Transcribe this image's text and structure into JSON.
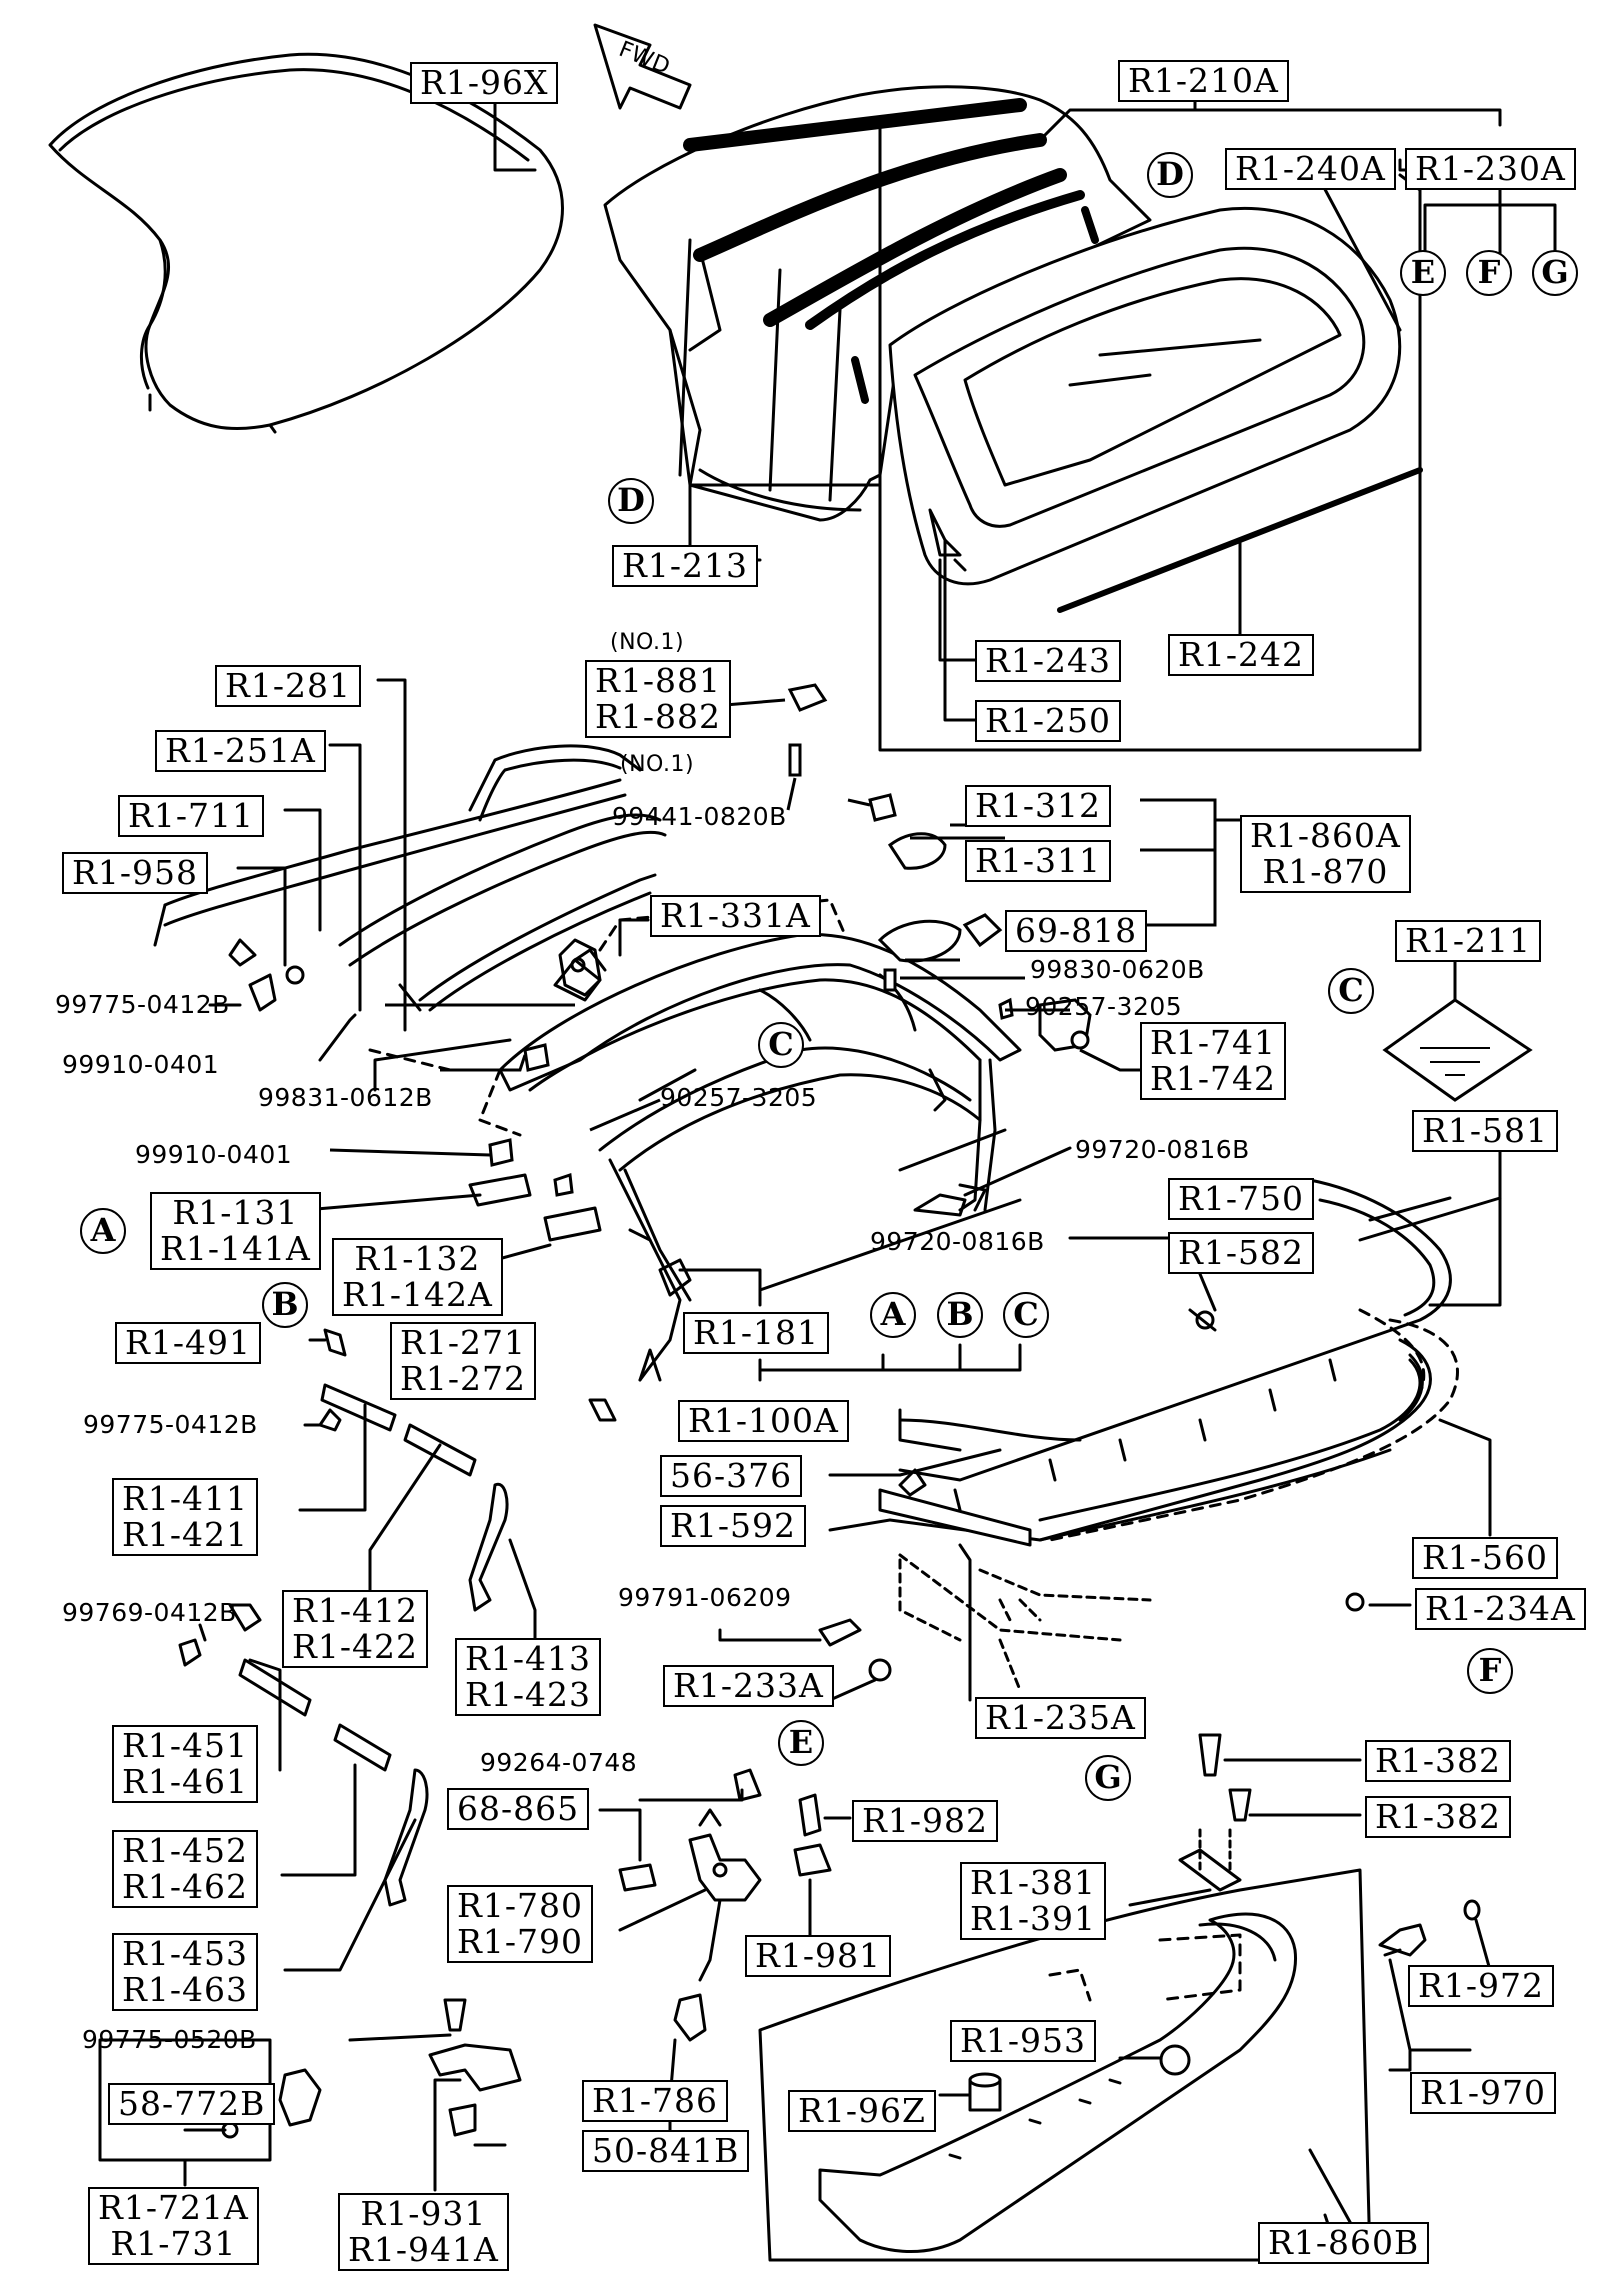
{
  "fwd": "FWD",
  "labels": {
    "r1_96x": "R1-96X",
    "r1_210a": "R1-210A",
    "r1_240a": "R1-240A",
    "r1_230a": "R1-230A",
    "r1_213": "R1-213",
    "r1_243": "R1-243",
    "r1_242": "R1-242",
    "r1_250": "R1-250",
    "r1_281": "R1-281",
    "r1_881": "R1-881",
    "r1_882": "R1-882",
    "r1_251a": "R1-251A",
    "r1_711": "R1-711",
    "r1_958": "R1-958",
    "r1_312": "R1-312",
    "r1_311": "R1-311",
    "r1_860a": "R1-860A",
    "r1_870": "R1-870",
    "r1_331a": "R1-331A",
    "p69_818": "69-818",
    "r1_211": "R1-211",
    "r1_741": "R1-741",
    "r1_742": "R1-742",
    "r1_581": "R1-581",
    "r1_750": "R1-750",
    "r1_582": "R1-582",
    "r1_131": "R1-131",
    "r1_141a": "R1-141A",
    "r1_132": "R1-132",
    "r1_142a": "R1-142A",
    "r1_181": "R1-181",
    "r1_491": "R1-491",
    "r1_271": "R1-271",
    "r1_272": "R1-272",
    "r1_100a": "R1-100A",
    "p56_376": "56-376",
    "r1_592": "R1-592",
    "r1_411": "R1-411",
    "r1_421": "R1-421",
    "r1_560": "R1-560",
    "r1_234a": "R1-234A",
    "r1_412": "R1-412",
    "r1_422": "R1-422",
    "r1_413": "R1-413",
    "r1_423": "R1-423",
    "r1_233a": "R1-233A",
    "r1_235a": "R1-235A",
    "r1_451": "R1-451",
    "r1_461": "R1-461",
    "r1_382a": "R1-382",
    "r1_382b": "R1-382",
    "p68_865": "68-865",
    "r1_982": "R1-982",
    "r1_452": "R1-452",
    "r1_462": "R1-462",
    "r1_780": "R1-780",
    "r1_790": "R1-790",
    "r1_981": "R1-981",
    "r1_381": "R1-381",
    "r1_391": "R1-391",
    "r1_453": "R1-453",
    "r1_463": "R1-463",
    "r1_972": "R1-972",
    "r1_953": "R1-953",
    "r1_970": "R1-970",
    "p58_772b": "58-772B",
    "r1_786": "R1-786",
    "r1_96z": "R1-96Z",
    "p50_841b": "50-841B",
    "r1_721a": "R1-721A",
    "r1_731": "R1-731",
    "r1_931": "R1-931",
    "r1_941a": "R1-941A",
    "r1_860b": "R1-860B"
  },
  "texts": {
    "no1_top": "(NO.1)",
    "no1_bottom": "(NO.1)",
    "p99441": "99441-0820B",
    "p99830": "99830-0620B",
    "p90257_right": "90257-3205",
    "p99775_top": "99775-0412B",
    "p99910_top": "99910-0401",
    "p99831": "99831-0612B",
    "p90257_mid": "90257-3205",
    "p99910_mid": "99910-0401",
    "p99720_top": "99720-0816B",
    "p99720_mid": "99720-0816B",
    "p99775_mid": "99775-0412B",
    "p99791": "99791-06209",
    "p99769": "99769-0412B",
    "p99264": "99264-0748",
    "p99775_bottom": "99775-0520B"
  },
  "callouts": {
    "d_top": "D",
    "e_top": "E",
    "f_top": "F",
    "g_top": "G",
    "d_left": "D",
    "c_right": "C",
    "c_mid": "C",
    "a_left": "A",
    "b_left": "B",
    "a_group": "A",
    "b_group": "B",
    "c_group": "C",
    "f_right": "F",
    "e_bottom": "E",
    "g_bottom": "G"
  }
}
